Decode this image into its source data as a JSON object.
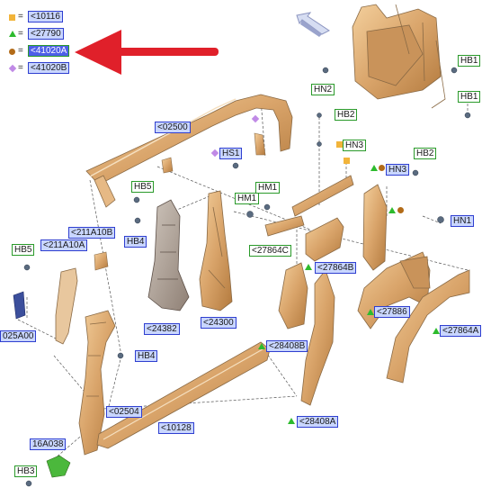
{
  "legend": [
    {
      "marker": "square",
      "color": "#f2b43a",
      "code": "<10116"
    },
    {
      "marker": "triangle",
      "color": "#2dbb2d",
      "code": "<27790"
    },
    {
      "marker": "circle",
      "color": "#b26b18",
      "code": "<41020A"
    },
    {
      "marker": "diamond",
      "color": "#c08ae6",
      "code": "<41020B"
    }
  ],
  "legend_eq": "=",
  "callout_arrow_color": "#e0202a",
  "part_color": "#d9a46a",
  "labels": {
    "hb1a": "HB1",
    "hb1b": "HB1",
    "hn2": "HN2",
    "hb2a": "HB2",
    "hn3a": "HN3",
    "hb2b": "HB2",
    "hn3b": "HN3",
    "hn1": "HN1",
    "p02500": "<02500",
    "hs1": "HS1",
    "hb5a": "HB5",
    "hb4a": "HB4",
    "hm1a": "HM1",
    "hm1b": "HM1",
    "p27864c": "<27864C",
    "p27864b": "<27864B",
    "p211a10b": "<211A10B",
    "p211a10a": "<211A10A",
    "hb5b": "HB5",
    "p24382": "<24382",
    "p24300": "<24300",
    "p28408b": "<28408B",
    "p27886": "<27886",
    "p27864a": "<27864A",
    "p025a00": "025A00",
    "hb4b": "HB4",
    "p02504": "<02504",
    "p10128": "<10128",
    "p28408a": "<28408A",
    "p16a038": "16A038",
    "hb3": "HB3"
  }
}
